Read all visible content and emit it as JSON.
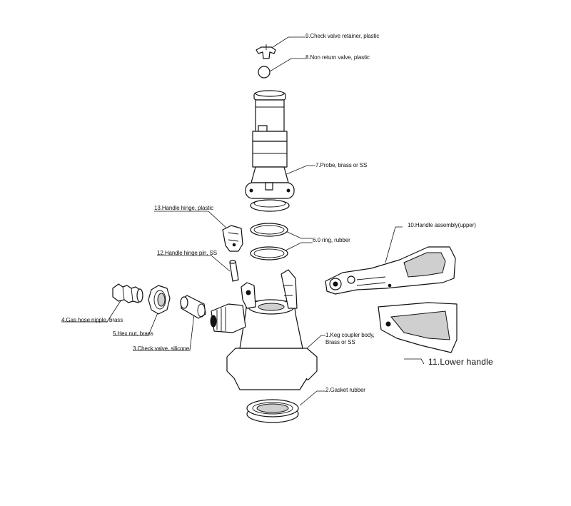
{
  "labels": {
    "p9": "9.Check valve retainer, plastic",
    "p8": "8.Non return valve, plastic",
    "p7": "7.Probe, brass or SS",
    "p13": "13.Handle hinge, plastic",
    "p6": "6.0 ring, rubber",
    "p10": "10.Handle assembly(upper)",
    "p12": "12.Handle hinge pin, SS",
    "p4": "4.Gas hose nipple, brass",
    "p5": "5.Hex nut, brass",
    "p3": "3.Check valve, silicone",
    "p1": "1.Keg coupler body, Brass or SS",
    "p11": "11.Lower handle",
    "p2": "2.Gasket rubber"
  },
  "icons": [
    "check-valve-retainer-icon",
    "non-return-valve-icon",
    "probe-icon",
    "handle-hinge-icon",
    "o-ring-icon",
    "handle-hinge-pin-icon",
    "gas-hose-nipple-icon",
    "hex-nut-icon",
    "check-valve-icon",
    "keg-coupler-body-icon",
    "handle-assembly-upper-icon",
    "lower-handle-icon",
    "gasket-rubber-icon"
  ]
}
